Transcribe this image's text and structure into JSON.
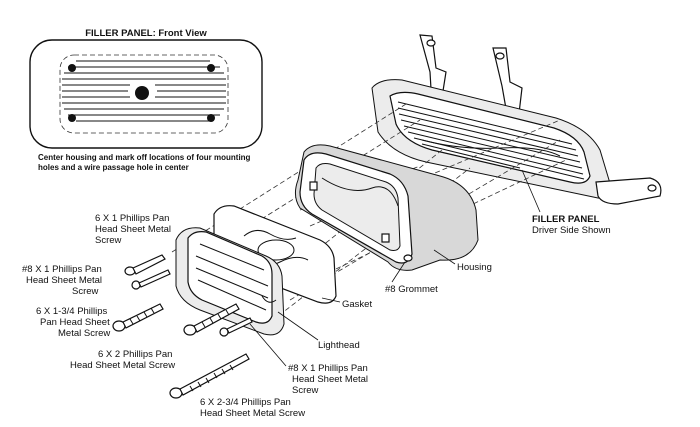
{
  "inset": {
    "title": "FILLER PANEL: Front View",
    "note_lines": [
      "Center housing and mark off locations of four mounting",
      "holes and a wire passage hole in center"
    ]
  },
  "labels": {
    "filler_panel": [
      "FILLER PANEL",
      "Driver Side Shown"
    ],
    "housing": "Housing",
    "grommet": "#8 Grommet",
    "gasket": "Gasket",
    "lighthead": "Lighthead",
    "screw_6x1": [
      "6 X 1 Phillips Pan",
      "Head Sheet Metal",
      "Screw"
    ],
    "screw_8x1_left": [
      "#8 X 1 Phillips Pan",
      "Head Sheet Metal",
      "Screw"
    ],
    "screw_6x134": [
      "6 X 1-3/4 Phillips",
      "Pan Head Sheet",
      "Metal Screw"
    ],
    "screw_6x2": [
      "6 X 2 Phillips Pan",
      "Head Sheet Metal Screw"
    ],
    "screw_8x1_bottom": [
      "#8 X 1 Phillips Pan",
      "Head Sheet Metal",
      "Screw"
    ],
    "screw_6x234": [
      "6 X 2-3/4 Phillips Pan",
      "Head Sheet Metal Screw"
    ]
  }
}
